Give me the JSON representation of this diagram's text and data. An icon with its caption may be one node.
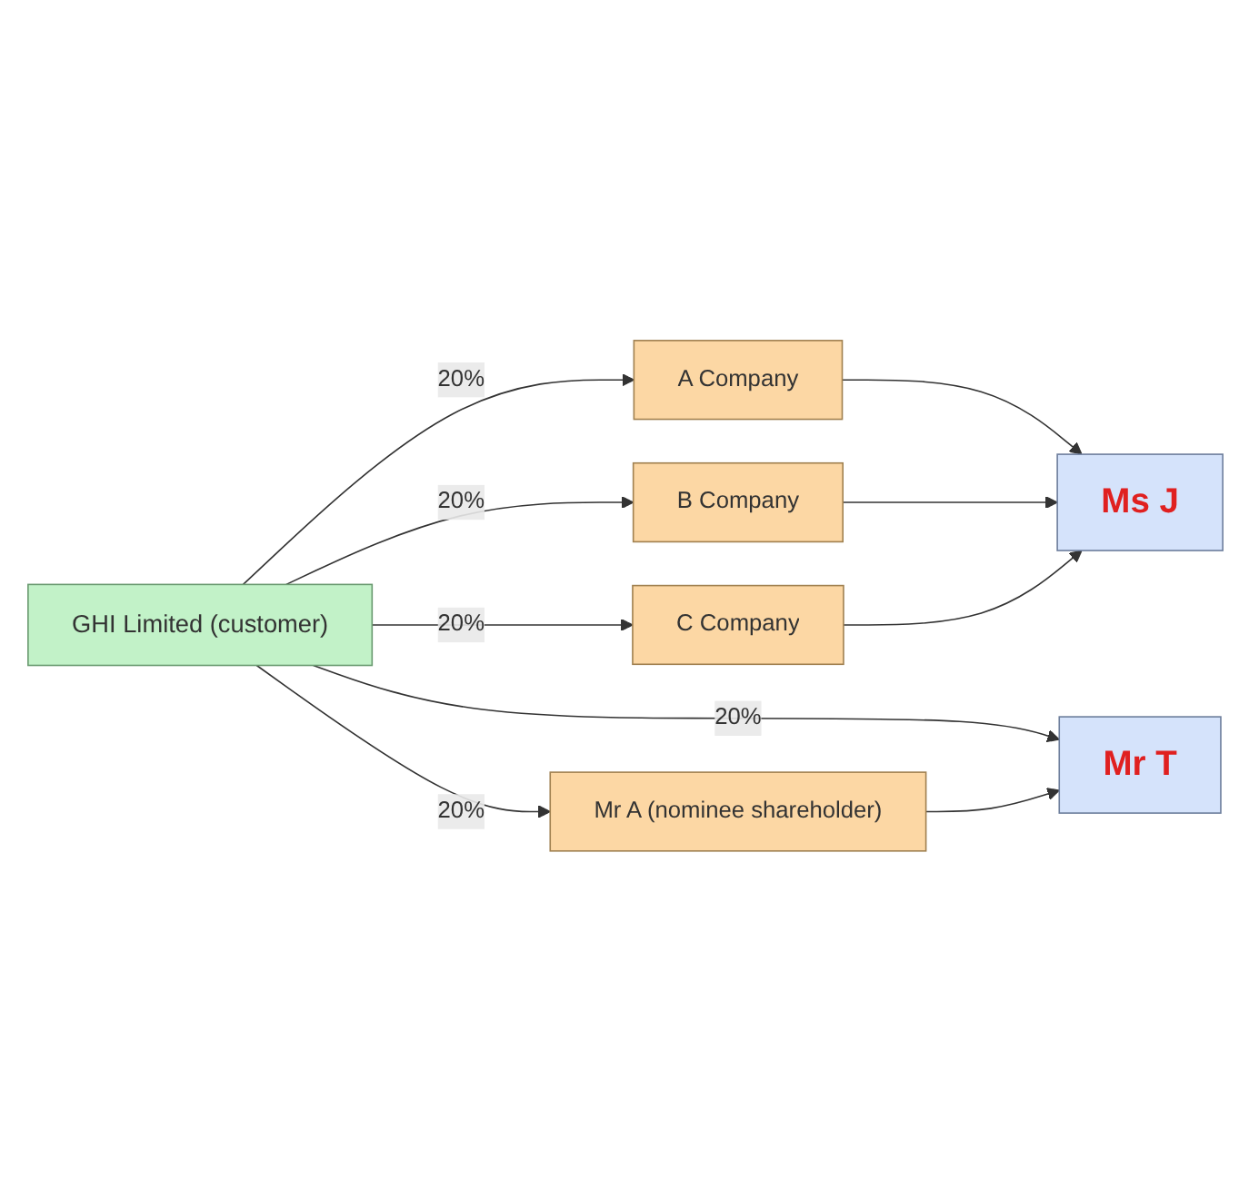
{
  "diagram": {
    "nodes": [
      {
        "text": [
          "GHI Limited (customer)"
        ]
      },
      {
        "text": [
          "A Company"
        ]
      },
      {
        "text": [
          "B Company"
        ]
      },
      {
        "text": [
          "C Company"
        ]
      },
      {
        "text": [
          "Mr A (nominee shareholder)"
        ]
      },
      {
        "text": [
          "Ms J"
        ]
      },
      {
        "text": [
          "Mr T"
        ]
      }
    ],
    "edges": [
      {
        "from": 0,
        "to": 1,
        "arrow": "to",
        "label": "20%"
      },
      {
        "from": 0,
        "to": 2,
        "arrow": "to",
        "label": "20%"
      },
      {
        "from": 0,
        "to": 3,
        "arrow": "to",
        "label": "20%"
      },
      {
        "from": 0,
        "to": 4,
        "arrow": "to",
        "label": "20%"
      },
      {
        "from": 0,
        "to": 6,
        "arrow": "to",
        "label": "20%"
      },
      {
        "from": 1,
        "to": 5,
        "arrow": "to"
      },
      {
        "from": 2,
        "to": 5,
        "arrow": "to"
      },
      {
        "from": 3,
        "to": 5,
        "arrow": "to"
      },
      {
        "from": 4,
        "to": 6,
        "arrow": "to"
      }
    ]
  }
}
